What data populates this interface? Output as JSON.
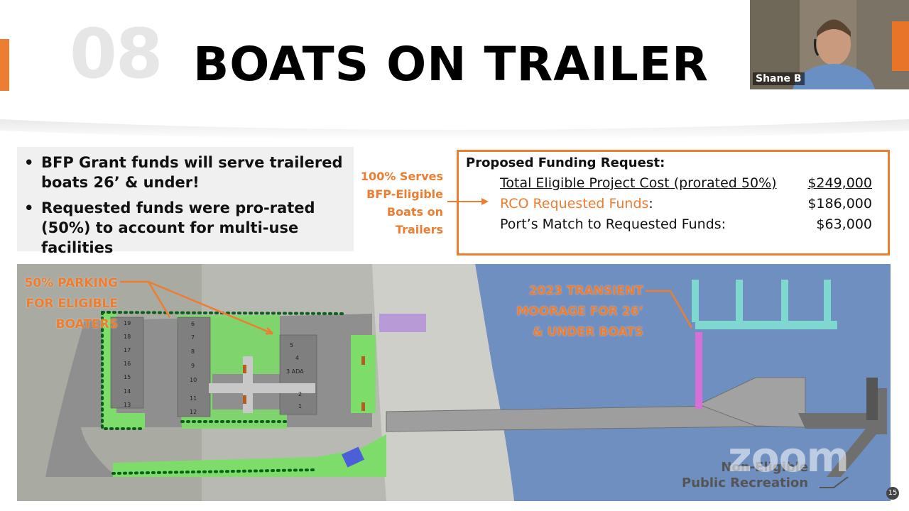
{
  "header": {
    "slide_number": "08",
    "title": "BOATS ON TRAILER"
  },
  "bullets": [
    "BFP Grant funds will serve trailered boats 26’ & under!",
    "Requested funds were pro-rated (50%) to account for multi-use facilities"
  ],
  "side_label": [
    "100% Serves",
    "BFP-Eligible",
    "Boats on",
    "Trailers"
  ],
  "funding": {
    "title": "Proposed Funding Request:",
    "rows": [
      {
        "label": "Total Eligible Project Cost (prorated 50%)",
        "amount": "$249,000"
      },
      {
        "label": "RCO Requested Funds",
        "suffix": ":",
        "amount": "$186,000"
      },
      {
        "label": "Port’s Match to Requested Funds:",
        "amount": "$63,000"
      }
    ]
  },
  "map": {
    "parking_label": [
      "50% PARKING",
      "FOR ELIGIBLE",
      "BOATERS"
    ],
    "moorage_label": [
      "2023 TRANSIENT",
      "MOORAGE FOR 26’",
      "& UNDER BOATS"
    ],
    "non_eligible_label": [
      "Non-Eligible",
      "Public Recreation"
    ],
    "stall_numbers_left_col1": [
      "19",
      "18",
      "17",
      "16",
      "15",
      "14",
      "13"
    ],
    "stall_numbers_left_col2": [
      "6",
      "7",
      "8",
      "9",
      "10",
      "11",
      "12"
    ],
    "stall_numbers_right": [
      "5",
      "4",
      "3 ADA",
      "2",
      "1"
    ]
  },
  "video": {
    "participant_name": "Shane B"
  },
  "watermark": "zoom",
  "page_number": "15",
  "colors": {
    "accent": "#ed7d31",
    "green_area": "#7ddc6a",
    "water": "#6e8fc0",
    "moorage": "#7fd8d0",
    "pink_float": "#d66fd6"
  }
}
